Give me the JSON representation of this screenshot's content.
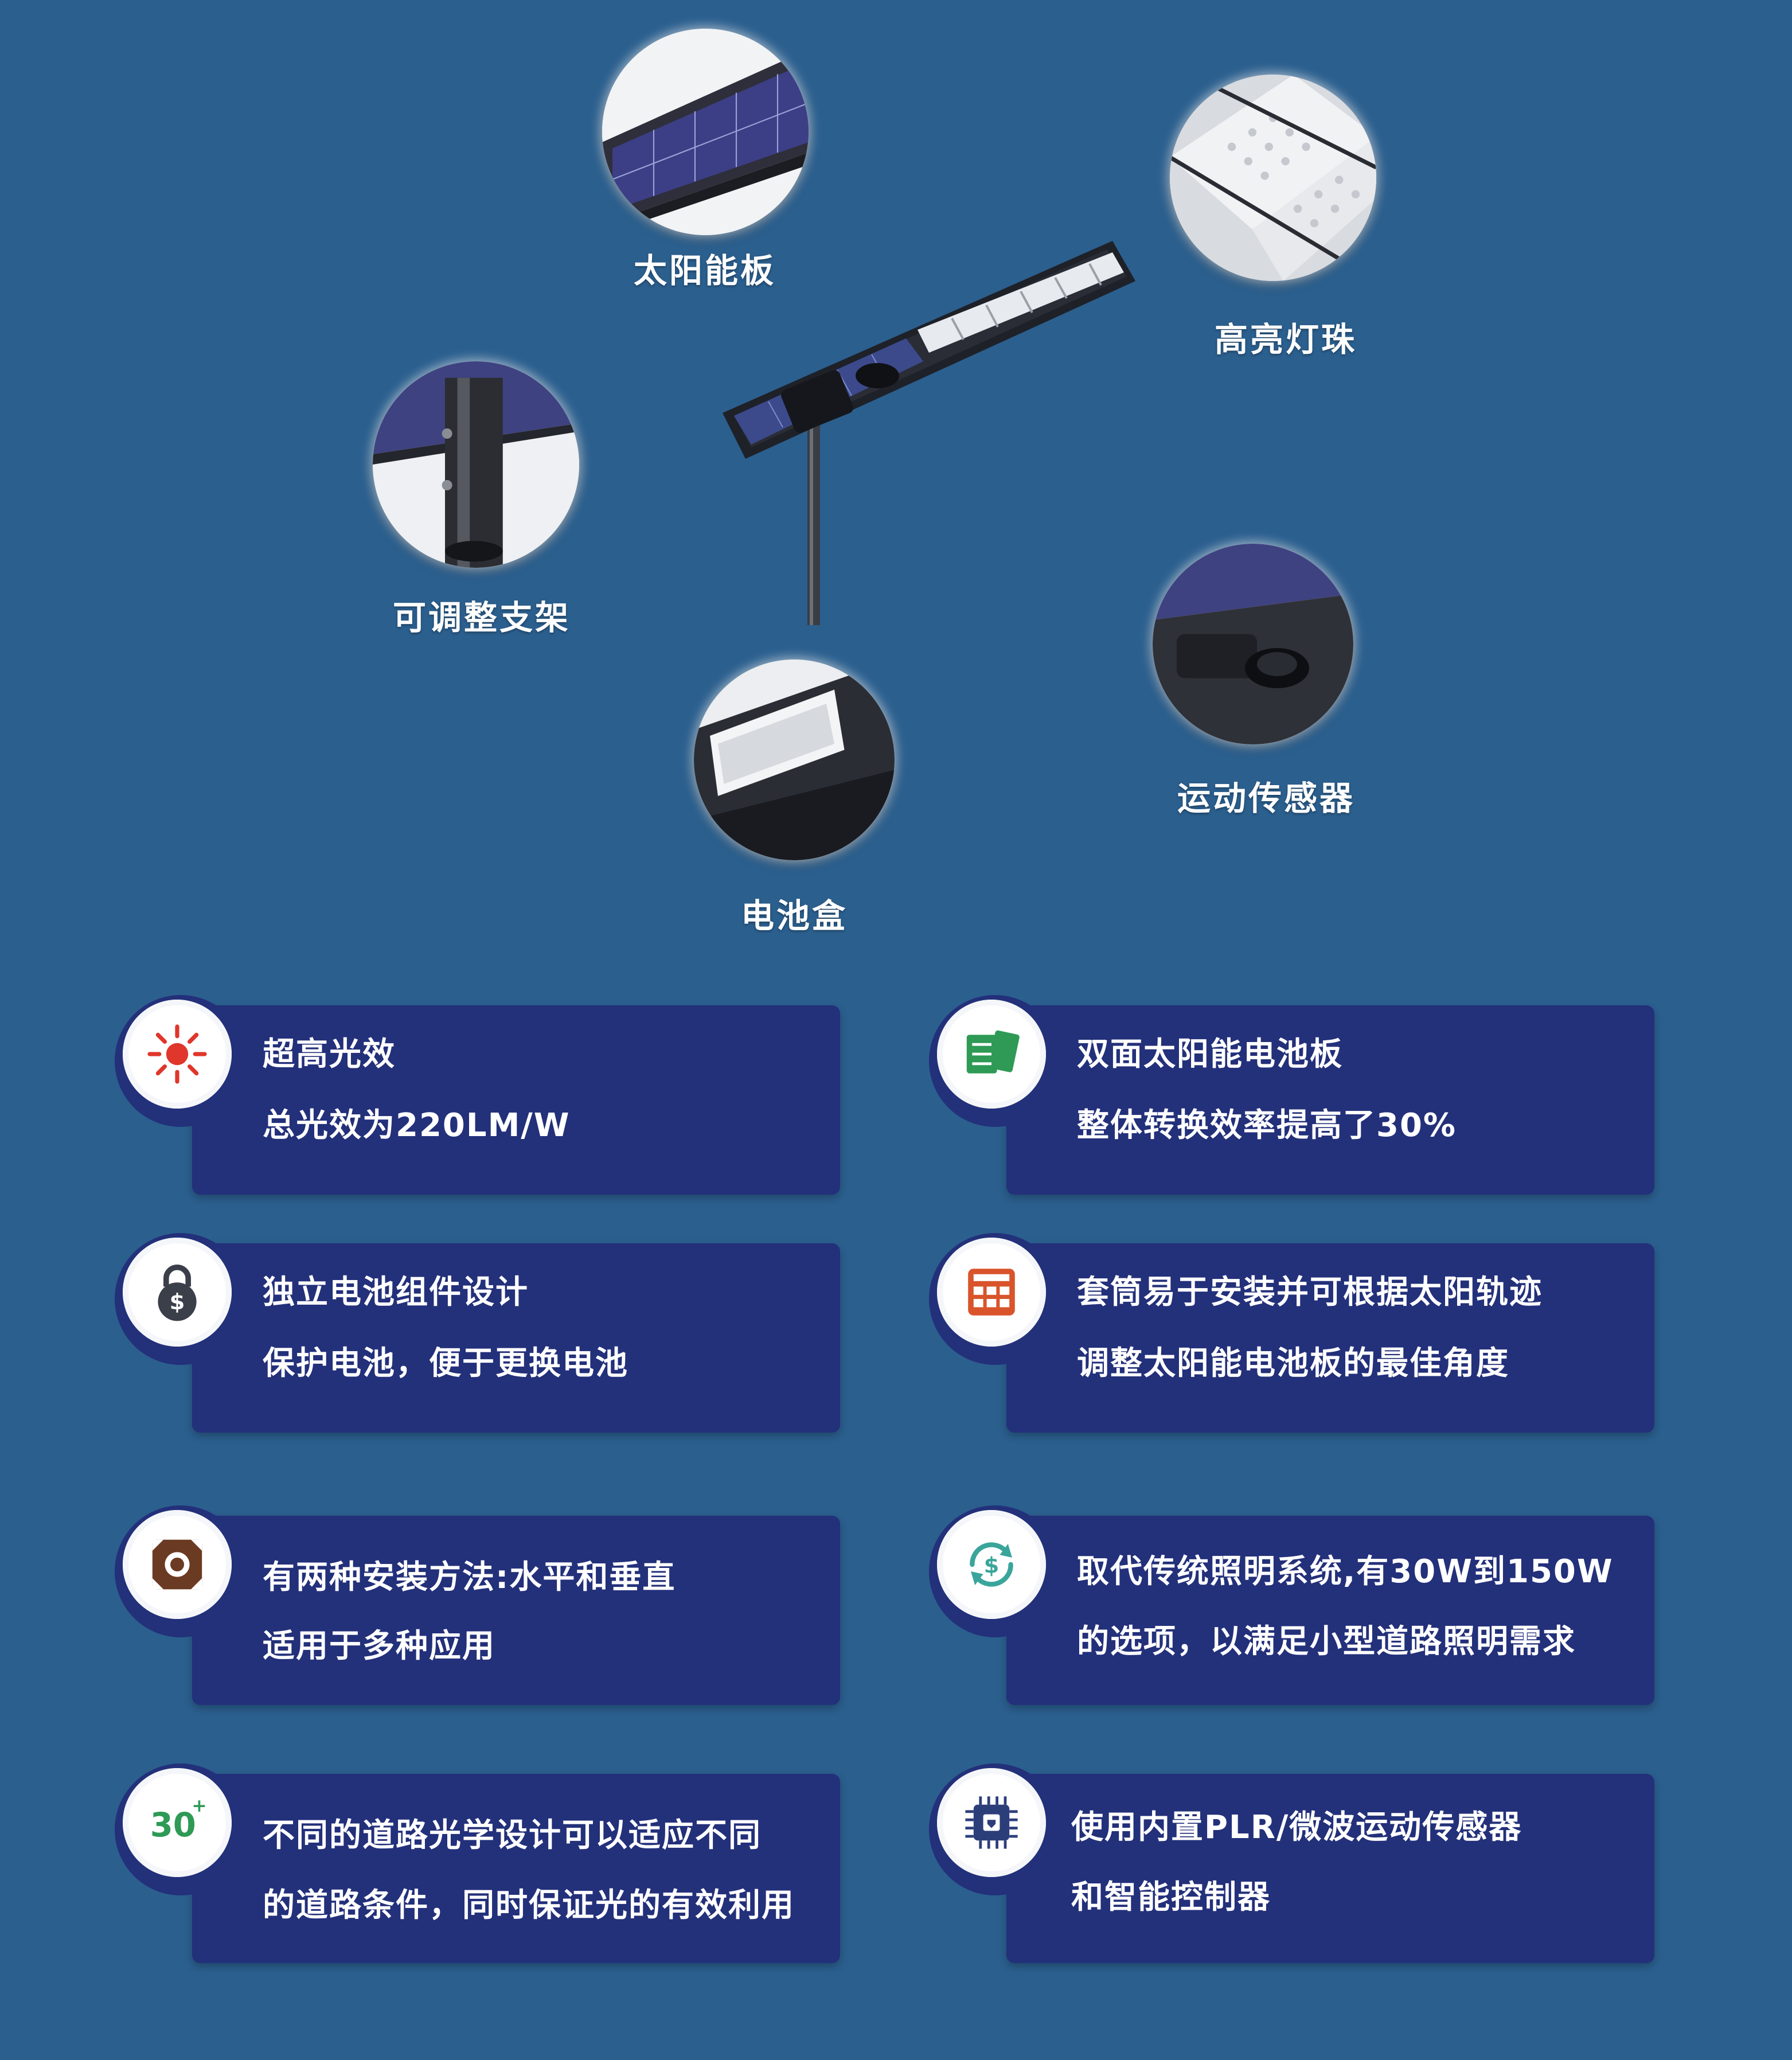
{
  "components": {
    "solar_panel": "太阳能板",
    "led_beads": "高亮灯珠",
    "bracket": "可调整支架",
    "motion_sensor": "运动传感器",
    "battery_box": "电池盒"
  },
  "features": [
    {
      "icon": "sun-icon",
      "line1": "超高光效",
      "line2": "总光效为220LM/W"
    },
    {
      "icon": "solar-panel-icon",
      "line1": "双面太阳能电池板",
      "line2": "整体转换效率提高了30%"
    },
    {
      "icon": "money-lock-icon",
      "line1": "独立电池组件设计",
      "line2": "保护电池，便于更换电池"
    },
    {
      "icon": "calendar-grid-icon",
      "line1": "套筒易于安装并可根据太阳轨迹",
      "line2": "调整太阳能电池板的最佳角度"
    },
    {
      "icon": "mount-frame-icon",
      "line1": "有两种安装方法:水平和垂直",
      "line2": "适用于多种应用"
    },
    {
      "icon": "dollar-refresh-icon",
      "line1": "取代传统照明系统,有30W到150W",
      "line2": "的选项，以满足小型道路照明需求"
    },
    {
      "icon": "thirty-plus-icon",
      "icon_text": "30",
      "icon_sup": "+",
      "line1": "不同的道路光学设计可以适应不同",
      "line2": "的道路条件，同时保证光的有效利用"
    },
    {
      "icon": "chip-icon",
      "line1": "使用内置PLR/微波运动传感器",
      "line2": "和智能控制器"
    }
  ],
  "colors": {
    "background": "#2b5f8e",
    "card": "#23307a",
    "sun": "#e0362b",
    "green": "#2e9a55",
    "orange": "#d9542b",
    "brown": "#6b3a22",
    "teal": "#3aa59b",
    "dark": "#3b3f4a"
  }
}
